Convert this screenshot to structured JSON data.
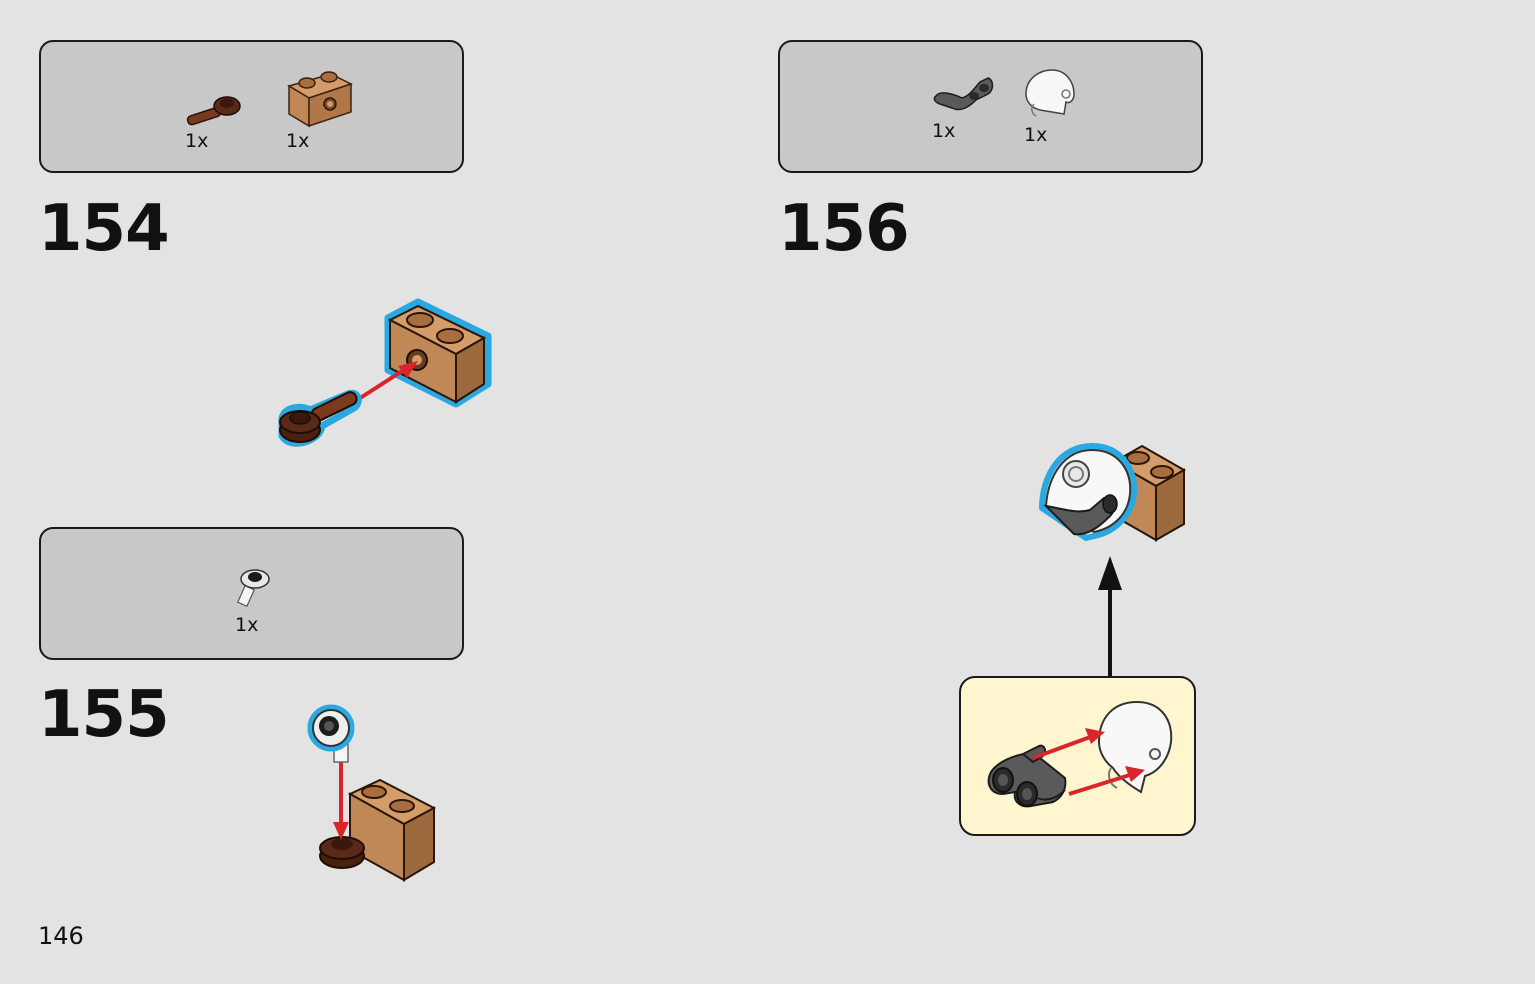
{
  "page": {
    "number": "146"
  },
  "steps": [
    {
      "number": "154",
      "parts": [
        {
          "qty": "1x",
          "icon": "brown-round-plate-with-bar-icon"
        },
        {
          "qty": "1x",
          "icon": "tan-brick-1x2-with-hole-icon"
        }
      ]
    },
    {
      "number": "155",
      "parts": [
        {
          "qty": "1x",
          "icon": "white-round-plate-with-pin-icon"
        }
      ]
    },
    {
      "number": "156",
      "parts": [
        {
          "qty": "1x",
          "icon": "dark-grey-goggles-icon"
        },
        {
          "qty": "1x",
          "icon": "white-helmet-icon"
        }
      ]
    }
  ],
  "colors": {
    "background": "#e3e3e3",
    "parts_box": "#c8c8c8",
    "callout": "#fff6cf",
    "highlight": "#2aa8e0",
    "arrow_red": "#d9262c",
    "tan": "#c08856",
    "dark_brown": "#5a2a18",
    "dark_grey": "#555555"
  }
}
